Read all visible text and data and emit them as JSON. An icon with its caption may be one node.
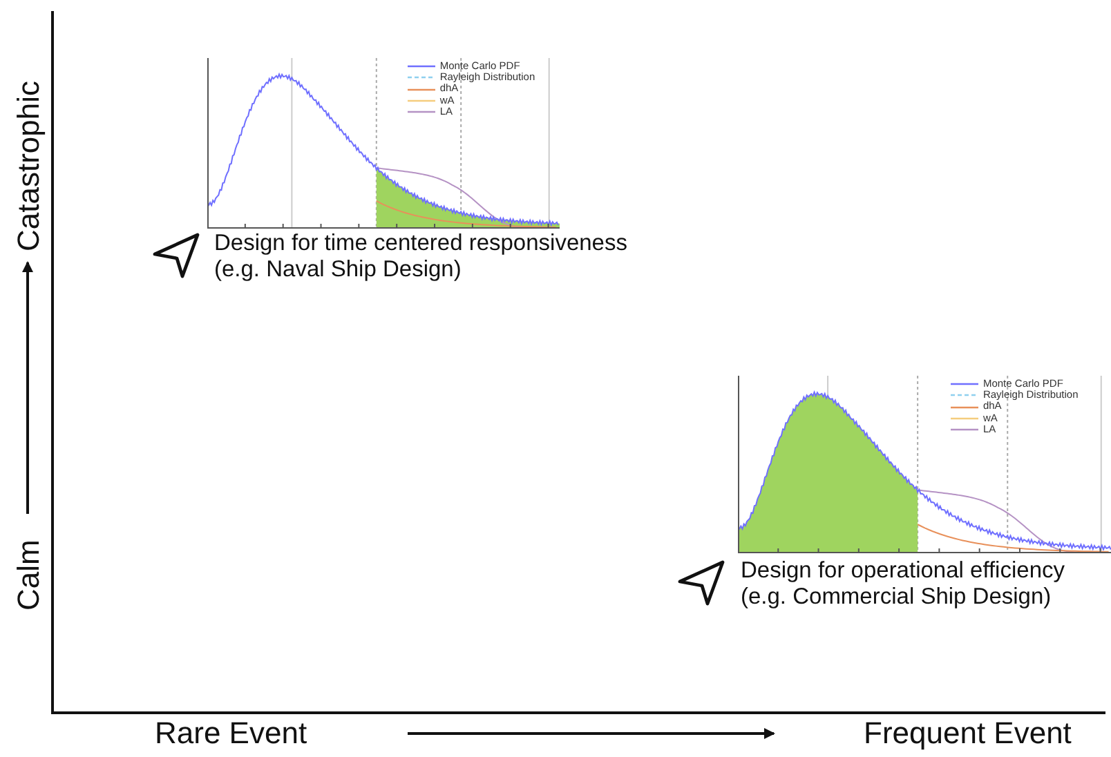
{
  "diagram": {
    "labels": [
      "Catastrophic",
      "Calm",
      "Rare Event",
      "Frequent Event",
      "Design for time centered responsiveness",
      "(e.g. Naval Ship Design)",
      "Design for operational efficiency",
      "(e.g. Commercial Ship Design)"
    ],
    "legend": [
      {
        "text": "Monte Carlo PDF"
      },
      {
        "text": "Rayleigh Distribution"
      },
      {
        "text": "dhA"
      },
      {
        "text": "wA"
      },
      {
        "text": "LA"
      },
      {
        "text": "Monte Carlo PDF"
      },
      {
        "text": "Rayleigh Distribution"
      },
      {
        "text": "dhA"
      },
      {
        "text": "wA"
      },
      {
        "text": "LA"
      }
    ]
  }
}
